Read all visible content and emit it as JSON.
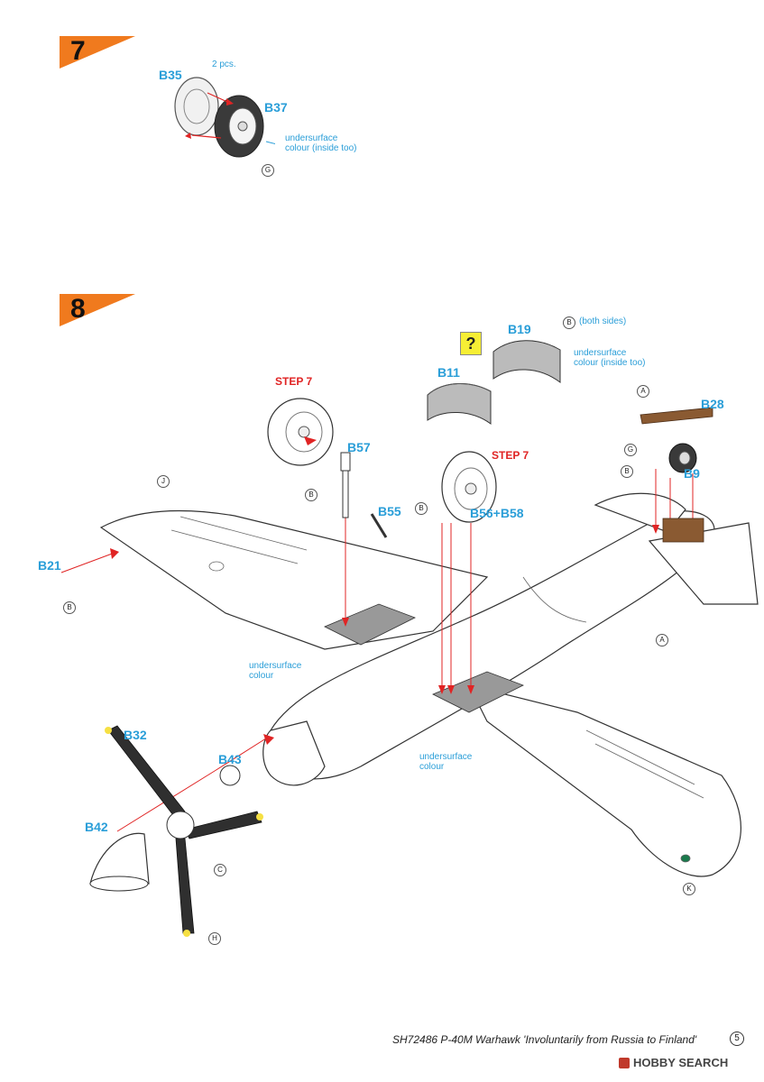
{
  "step7": {
    "number": "7",
    "parts": {
      "b35": "B35",
      "b37": "B37"
    },
    "qty_note": "2 pcs.",
    "colour_note_1": "undersurface",
    "colour_note_2": "colour (inside too)",
    "colour_code": "G"
  },
  "step8": {
    "number": "8",
    "step_ref": "STEP 7",
    "parts": {
      "b19": "B19",
      "b11": "B11",
      "b28": "B28",
      "b57": "B57",
      "b9": "B9",
      "b55": "B55",
      "b56b58": "B56+B58",
      "b21": "B21",
      "b32": "B32",
      "b43": "B43",
      "b42": "B42"
    },
    "both_sides": "(both sides)",
    "b19_note_1": "undersurface",
    "b19_note_2": "colour (inside too)",
    "uc_1": "undersurface",
    "uc_2": "colour",
    "question_mark": "?",
    "codes": {
      "a": "A",
      "b": "B",
      "c": "C",
      "g": "G",
      "h": "H",
      "j": "J",
      "k": "K"
    }
  },
  "footer": {
    "text": "SH72486  P-40M Warhawk  'Involuntarily from Russia to Finland'",
    "page_number": "5"
  },
  "watermark": "HOBBY SEARCH",
  "colors": {
    "step_flag": "#f07a1e",
    "part_label": "#2a9ed8",
    "step_ref": "#e02424",
    "wood": "#8a5a32"
  }
}
